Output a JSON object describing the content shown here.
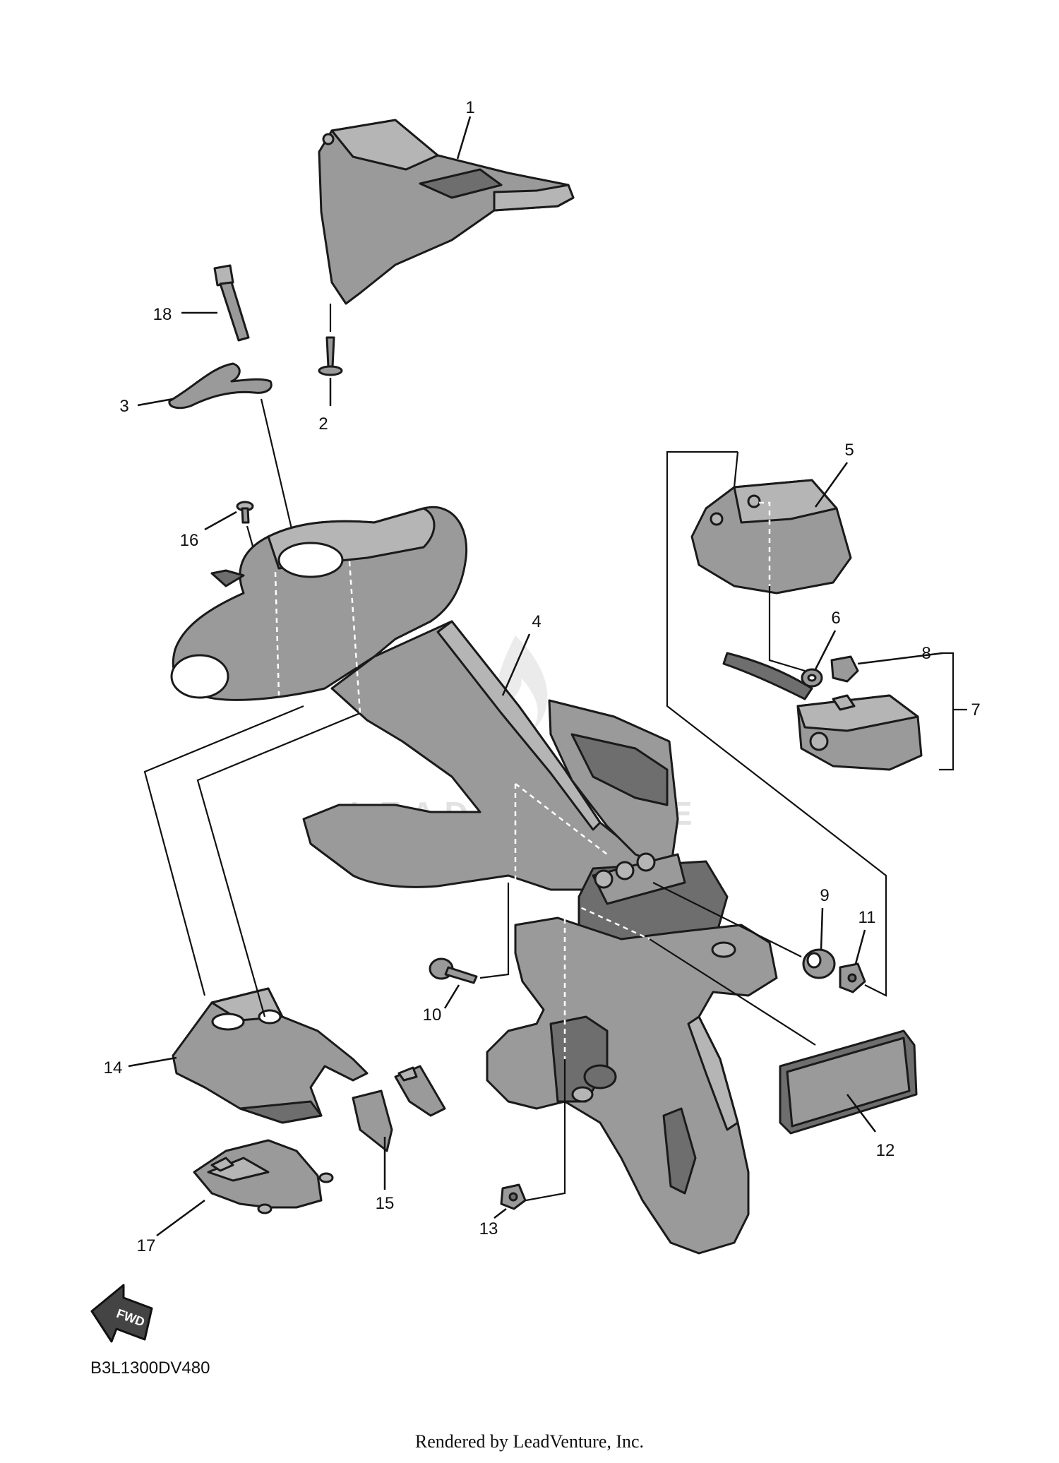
{
  "diagram": {
    "code": "B3L1300DV480",
    "footer": "Rendered by LeadVenture, Inc.",
    "watermark": "LEADVENTURE",
    "fwd_label": "FWD",
    "callouts": [
      "1",
      "2",
      "3",
      "4",
      "5",
      "6",
      "7",
      "8",
      "9",
      "10",
      "11",
      "12",
      "13",
      "14",
      "15",
      "16",
      "17",
      "18"
    ]
  }
}
